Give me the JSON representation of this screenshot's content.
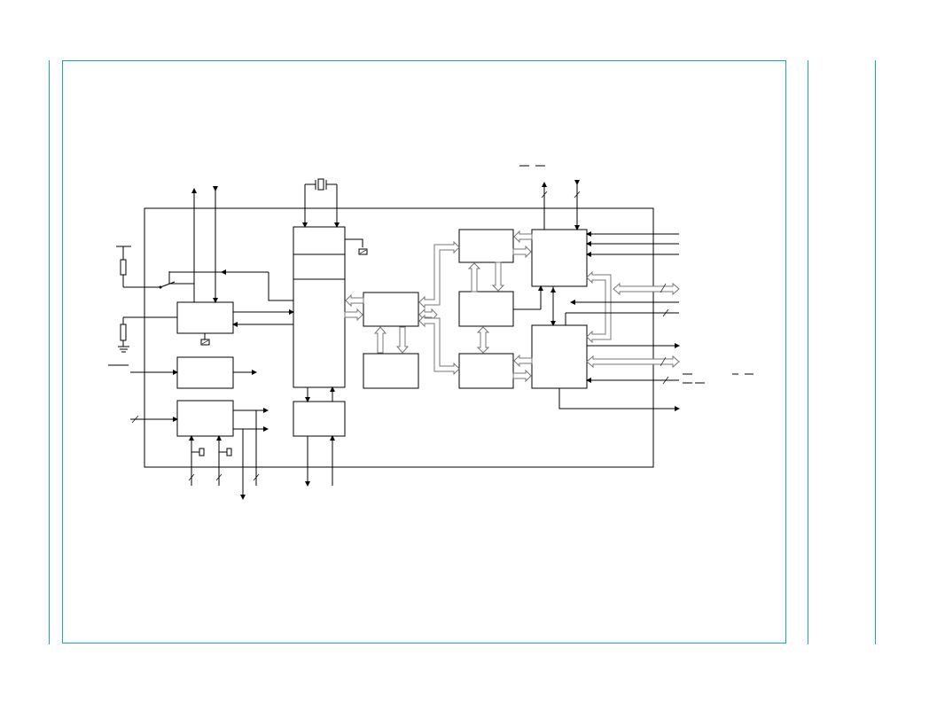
{
  "page": {
    "border_color": "#1aa3c4",
    "line_color": "#000000",
    "background": "#ffffff"
  },
  "diagram": {
    "blocks": [
      "reset-control-block",
      "voltage-monitor-block",
      "io-port-block",
      "processor-core-block",
      "bus-interface-block",
      "memory-controller-block",
      "memory-block",
      "upper-buffer-block",
      "middle-buffer-block",
      "lower-buffer-block",
      "upper-interface-block",
      "lower-interface-block"
    ],
    "labels": []
  }
}
